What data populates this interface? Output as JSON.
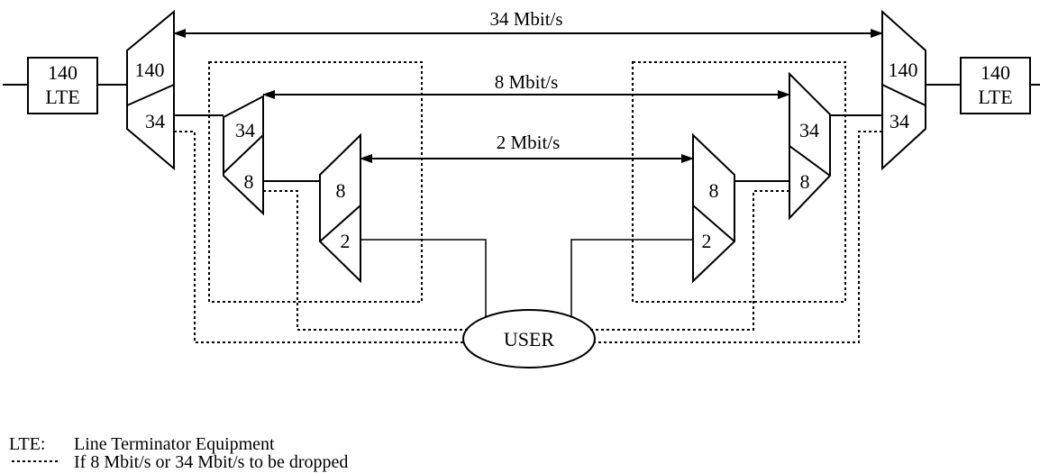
{
  "rates": {
    "rate_34": "34 Mbit/s",
    "rate_8": "8 Mbit/s",
    "rate_2": "2 Mbit/s"
  },
  "lte_left": {
    "line1": "140",
    "line2": "LTE"
  },
  "lte_right": {
    "line1": "140",
    "line2": "LTE"
  },
  "mux140_left": {
    "top": "140",
    "bottom": "34"
  },
  "mux140_right": {
    "top": "140",
    "bottom": "34"
  },
  "mux34_left": {
    "top": "34",
    "bottom": "8"
  },
  "mux34_right": {
    "top": "34",
    "bottom": "8"
  },
  "mux8_left": {
    "top": "8",
    "bottom": "2"
  },
  "mux8_right": {
    "top": "8",
    "bottom": "2"
  },
  "user": "USER",
  "legend": {
    "lte_key": "LTE:",
    "lte_desc": "Line Terminator Equipment",
    "dotted_desc": "If 8 Mbit/s or 34 Mbit/s to be dropped"
  }
}
